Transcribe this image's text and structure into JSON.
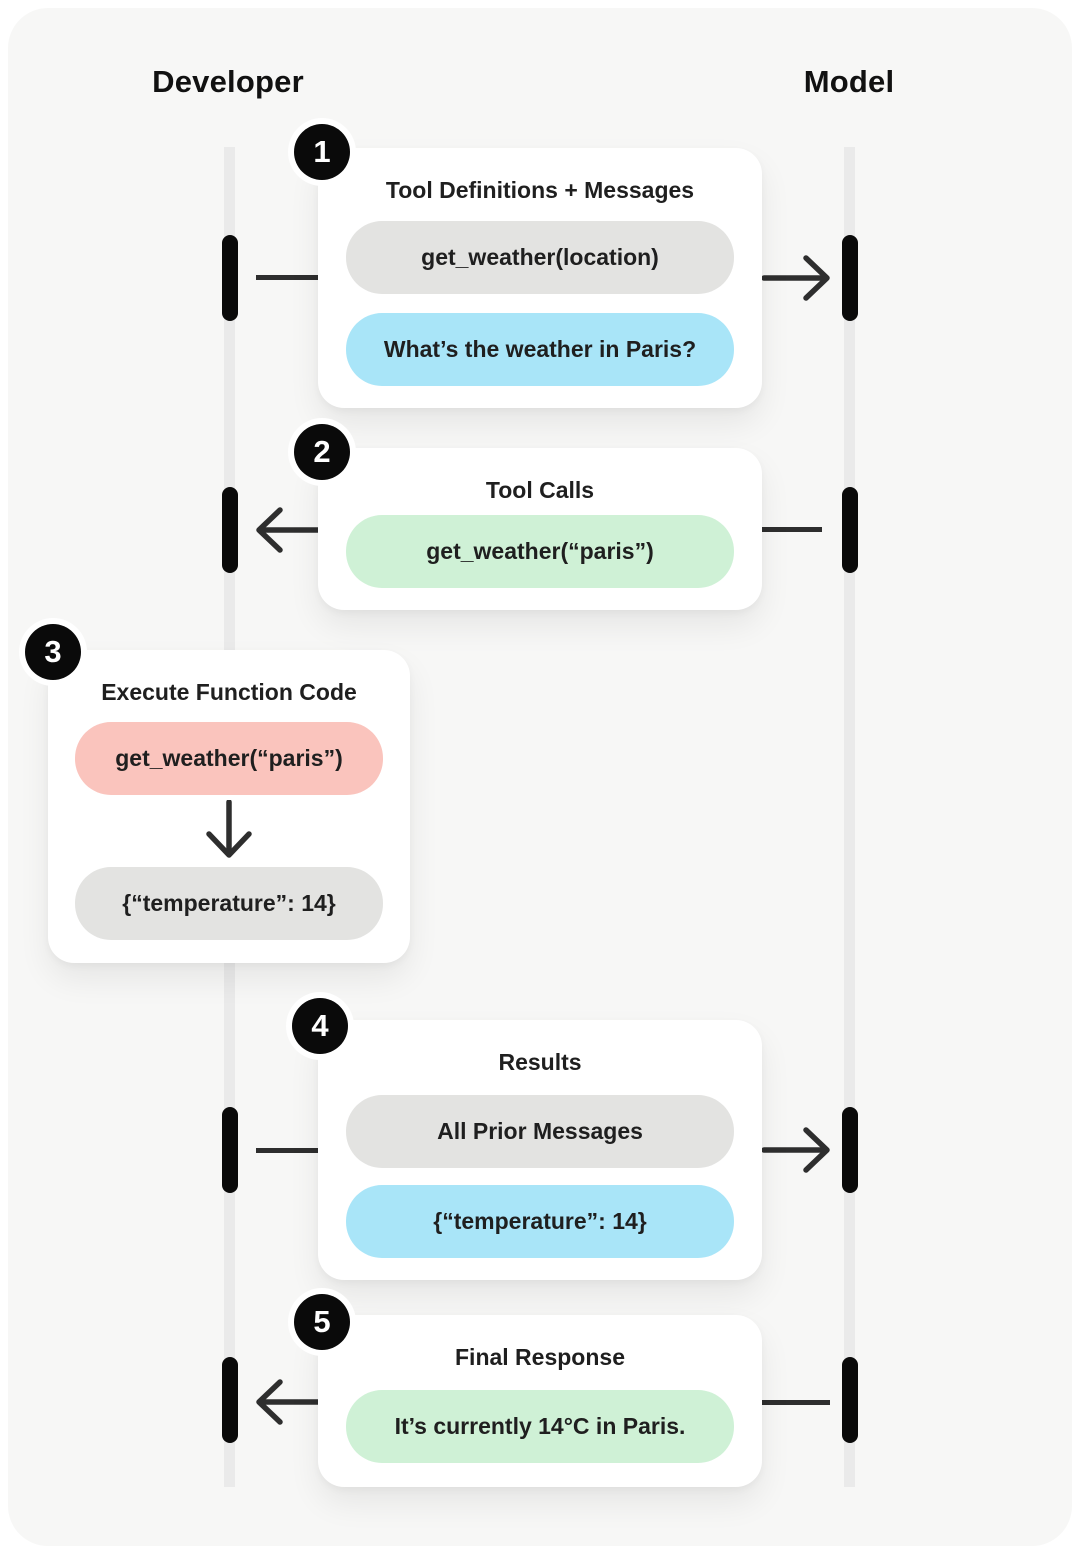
{
  "actors": [
    {
      "label": "Developer"
    },
    {
      "label": "Model"
    }
  ],
  "colors": {
    "page_bg": "#ffffff",
    "panel_bg": "#f7f7f6",
    "lifeline": "#eaeaea",
    "activation": "#0a0a0a",
    "card_bg": "#ffffff",
    "text": "#1f1f1f",
    "arrow": "#2e2e2e",
    "badge_bg": "#0a0a0a",
    "badge_text": "#ffffff",
    "pill_gray": "#e3e3e1",
    "pill_blue": "#a9e5f8",
    "pill_green": "#cff1d6",
    "pill_red": "#fac4bd"
  },
  "steps": [
    {
      "num": "1",
      "title": "Tool Definitions + Messages",
      "direction": "developer-to-model",
      "pills": [
        {
          "type": "gray",
          "text": "get_weather(location)"
        },
        {
          "type": "blue",
          "text": "What’s the weather in Paris?"
        }
      ]
    },
    {
      "num": "2",
      "title": "Tool Calls",
      "direction": "model-to-developer",
      "pills": [
        {
          "type": "green",
          "text": "get_weather(“paris”)"
        }
      ]
    },
    {
      "num": "3",
      "title": "Execute Function Code",
      "direction": "developer-internal",
      "pills": [
        {
          "type": "red",
          "text": "get_weather(“paris”)"
        },
        {
          "type": "gray",
          "text": "{“temperature”: 14}"
        }
      ]
    },
    {
      "num": "4",
      "title": "Results",
      "direction": "developer-to-model",
      "pills": [
        {
          "type": "gray",
          "text": "All Prior Messages"
        },
        {
          "type": "blue",
          "text": "{“temperature”: 14}"
        }
      ]
    },
    {
      "num": "5",
      "title": "Final Response",
      "direction": "model-to-developer",
      "pills": [
        {
          "type": "green",
          "text": "It’s currently 14°C in Paris."
        }
      ]
    }
  ]
}
